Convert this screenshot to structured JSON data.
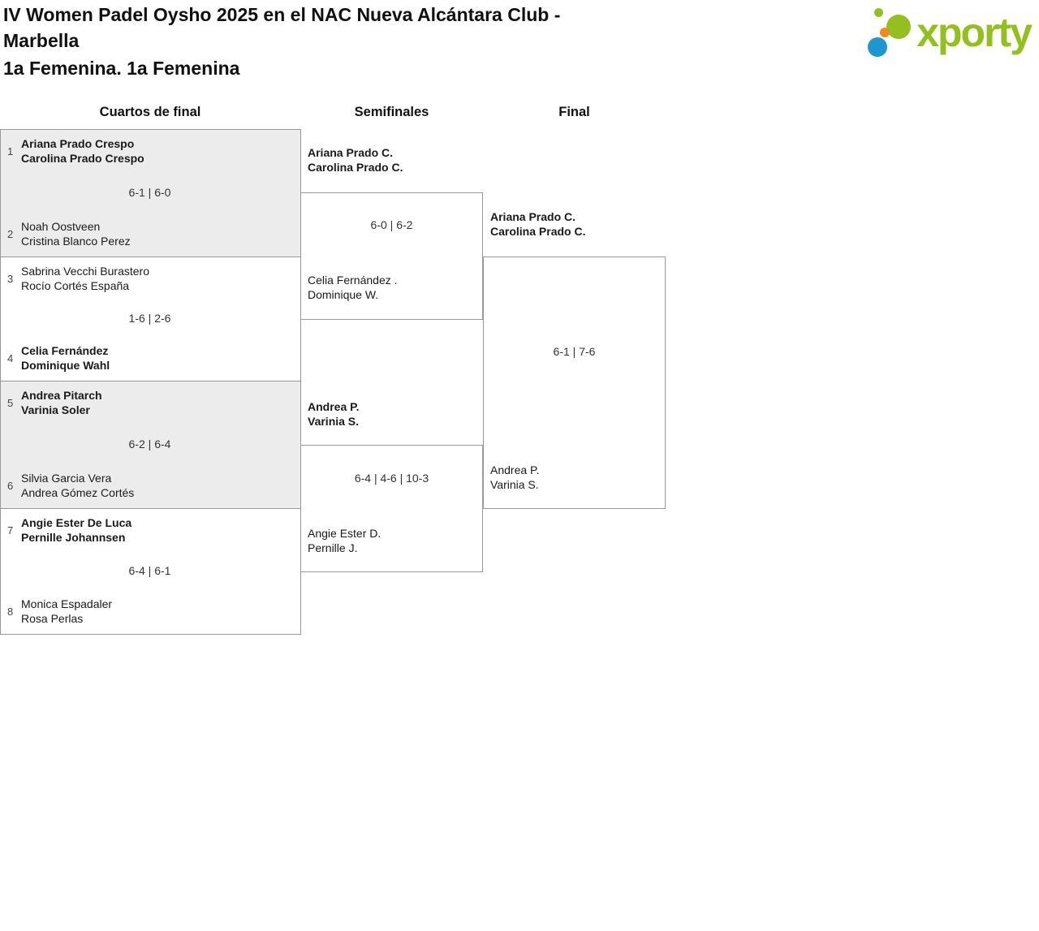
{
  "header": {
    "title_lines": [
      "IV Women Padel Oysho 2025 en el NAC Nueva Alcántara Club -",
      "Marbella"
    ],
    "subtitle": "1a Femenina. 1a Femenina"
  },
  "logo": {
    "text": "xporty",
    "colors": {
      "green": "#93c01f",
      "blue": "#1d96d2",
      "orange": "#ef8b1f"
    }
  },
  "rounds": {
    "quarterfinals_label": "Cuartos de final",
    "semifinals_label": "Semifinales",
    "final_label": "Final"
  },
  "quarterfinals": [
    {
      "seed_top": "1",
      "team_top": [
        "Ariana Prado Crespo",
        "Carolina Prado Crespo"
      ],
      "top_winner": true,
      "score": "6-1 | 6-0",
      "seed_bottom": "2",
      "team_bottom": [
        "Noah Oostveen",
        "Cristina Blanco Perez"
      ],
      "bottom_winner": false
    },
    {
      "seed_top": "3",
      "team_top": [
        "Sabrina Vecchi Burastero",
        "Rocío Cortés España"
      ],
      "top_winner": false,
      "score": "1-6 | 2-6",
      "seed_bottom": "4",
      "team_bottom": [
        "Celia Fernández",
        "Dominique Wahl"
      ],
      "bottom_winner": true
    },
    {
      "seed_top": "5",
      "team_top": [
        "Andrea Pitarch",
        "Varinia Soler"
      ],
      "top_winner": true,
      "score": "6-2 | 6-4",
      "seed_bottom": "6",
      "team_bottom": [
        "Silvia Garcia Vera",
        "Andrea Gómez Cortés"
      ],
      "bottom_winner": false
    },
    {
      "seed_top": "7",
      "team_top": [
        "Angie Ester De Luca",
        "Pernille Johannsen"
      ],
      "top_winner": true,
      "score": "6-4 | 6-1",
      "seed_bottom": "8",
      "team_bottom": [
        "Monica Espadaler",
        "Rosa Perlas"
      ],
      "bottom_winner": false
    }
  ],
  "semifinals": [
    {
      "team_top": [
        "Ariana Prado C.",
        "Carolina Prado C."
      ],
      "top_winner": true,
      "score": "6-0 | 6-2",
      "team_bottom": [
        "Celia Fernández .",
        "Dominique W."
      ],
      "bottom_winner": false
    },
    {
      "team_top": [
        "Andrea P.",
        "Varinia S."
      ],
      "top_winner": true,
      "score": "6-4 | 4-6 | 10-3",
      "team_bottom": [
        "Angie Ester D.",
        "Pernille J."
      ],
      "bottom_winner": false
    }
  ],
  "final": {
    "team_top": [
      "Ariana Prado C.",
      "Carolina Prado C."
    ],
    "top_winner": true,
    "score": "6-1 | 7-6",
    "team_bottom": [
      "Andrea P.",
      "Varinia S."
    ],
    "bottom_winner": false
  }
}
